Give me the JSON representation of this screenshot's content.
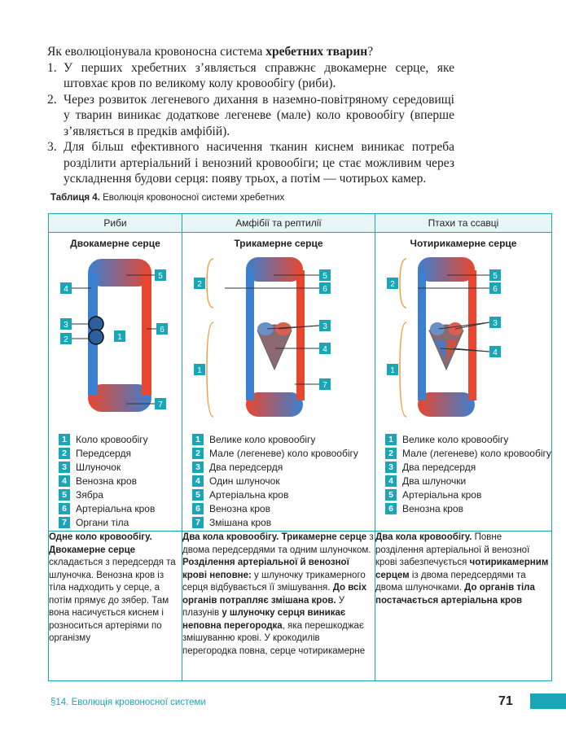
{
  "intro": {
    "question_before": "Як еволюціонувала кровоносна система ",
    "question_bold": "хребетних тварин",
    "question_after": "?",
    "items": [
      {
        "n": "1.",
        "text": "У перших хребетних з’являється справжнє двокамерне серце, яке штовхає кров по великому колу кровообігу (риби)."
      },
      {
        "n": "2.",
        "text": "Через розвиток легеневого дихання в наземно-повітряному середовищі у тварин виникає додаткове легеневе (мале) коло кровообігу (вперше з’являється в предків амфібій)."
      },
      {
        "n": "3.",
        "text": "Для більш ефективного насичення тканин киснем виникає потреба розділити артеріальний і венозний кровообіги; це стає можливим через ускладнення будови серця: появу трьох, а потім — чотирьох камер."
      }
    ]
  },
  "caption": {
    "label": "Таблиця 4.",
    "text": "Еволюція кровоносної системи хребетних"
  },
  "table": {
    "headers": [
      "Риби",
      "Амфібії та рептилії",
      "Птахи та ссавці"
    ],
    "diagram_titles": [
      "Двокамерне серце",
      "Трикамерне серце",
      "Чотирикамерне серце"
    ],
    "legends": [
      [
        {
          "n": "1",
          "text": "Коло кровообігу"
        },
        {
          "n": "2",
          "text": "Передсердя"
        },
        {
          "n": "3",
          "text": "Шлуночок"
        },
        {
          "n": "4",
          "text": "Венозна кров"
        },
        {
          "n": "5",
          "text": "Зябра"
        },
        {
          "n": "6",
          "text": "Артеріальна кров"
        },
        {
          "n": "7",
          "text": "Органи тіла"
        }
      ],
      [
        {
          "n": "1",
          "text": "Велике коло кровообігу"
        },
        {
          "n": "2",
          "text": "Мале (легеневе) коло кровообігу"
        },
        {
          "n": "3",
          "text": "Два передсердя"
        },
        {
          "n": "4",
          "text": "Один шлуночок"
        },
        {
          "n": "5",
          "text": "Артеріальна кров"
        },
        {
          "n": "6",
          "text": "Венозна кров"
        },
        {
          "n": "7",
          "text": "Змішана кров"
        }
      ],
      [
        {
          "n": "1",
          "text": "Велике коло кровообігу"
        },
        {
          "n": "2",
          "text": "Мале (легеневе) коло кровообігу"
        },
        {
          "n": "3",
          "text": "Два передсердя"
        },
        {
          "n": "4",
          "text": "Два шлуночки"
        },
        {
          "n": "5",
          "text": "Артеріальна кров"
        },
        {
          "n": "6",
          "text": "Венозна кров"
        }
      ]
    ],
    "descriptions": {
      "fish": {
        "b1": "Одне коло кровообігу.",
        "b2": "Двокамерне серце",
        "t1": " складається з передсердя та шлуночка. Венозна кров із тіла надходить у серце, а потім прямує до зябер. Там вона насичується киснем і розноситься артеріями по організму"
      },
      "amphibians": {
        "b1": "Два кола кровообігу. Трикамерне серце",
        "t1": " з двома передсердями та одним шлуночком. ",
        "b2": "Розділення артеріальної й венозної крові неповне:",
        "t2": " у шлуночку трикамерного серця відбувається її змішування. ",
        "b3": "До всіх органів потрапляє змішана кров.",
        "t3": " У плазунів ",
        "b4": "у шлуночку серця виникає неповна перегородка",
        "t4": ", яка перешкоджає змішуванню крові. У крокодилів перегородка повна, серце чотирикамерне"
      },
      "birds": {
        "b1": "Два кола кровообігу.",
        "t1": " Повне розділення артеріальної й венозної крові забезпечується ",
        "b2": "чотирикамерним серцем",
        "t2": " із двома передсердями та двома шлуночками. ",
        "b3": "До органів тіла постачається артеріальна кров"
      }
    }
  },
  "footer": {
    "section": "§14. Еволюція кровоносної системи",
    "page": "71"
  },
  "colors": {
    "accent": "#1aa6b7",
    "arterial": "#e8462e",
    "venous": "#3a7fd0"
  }
}
